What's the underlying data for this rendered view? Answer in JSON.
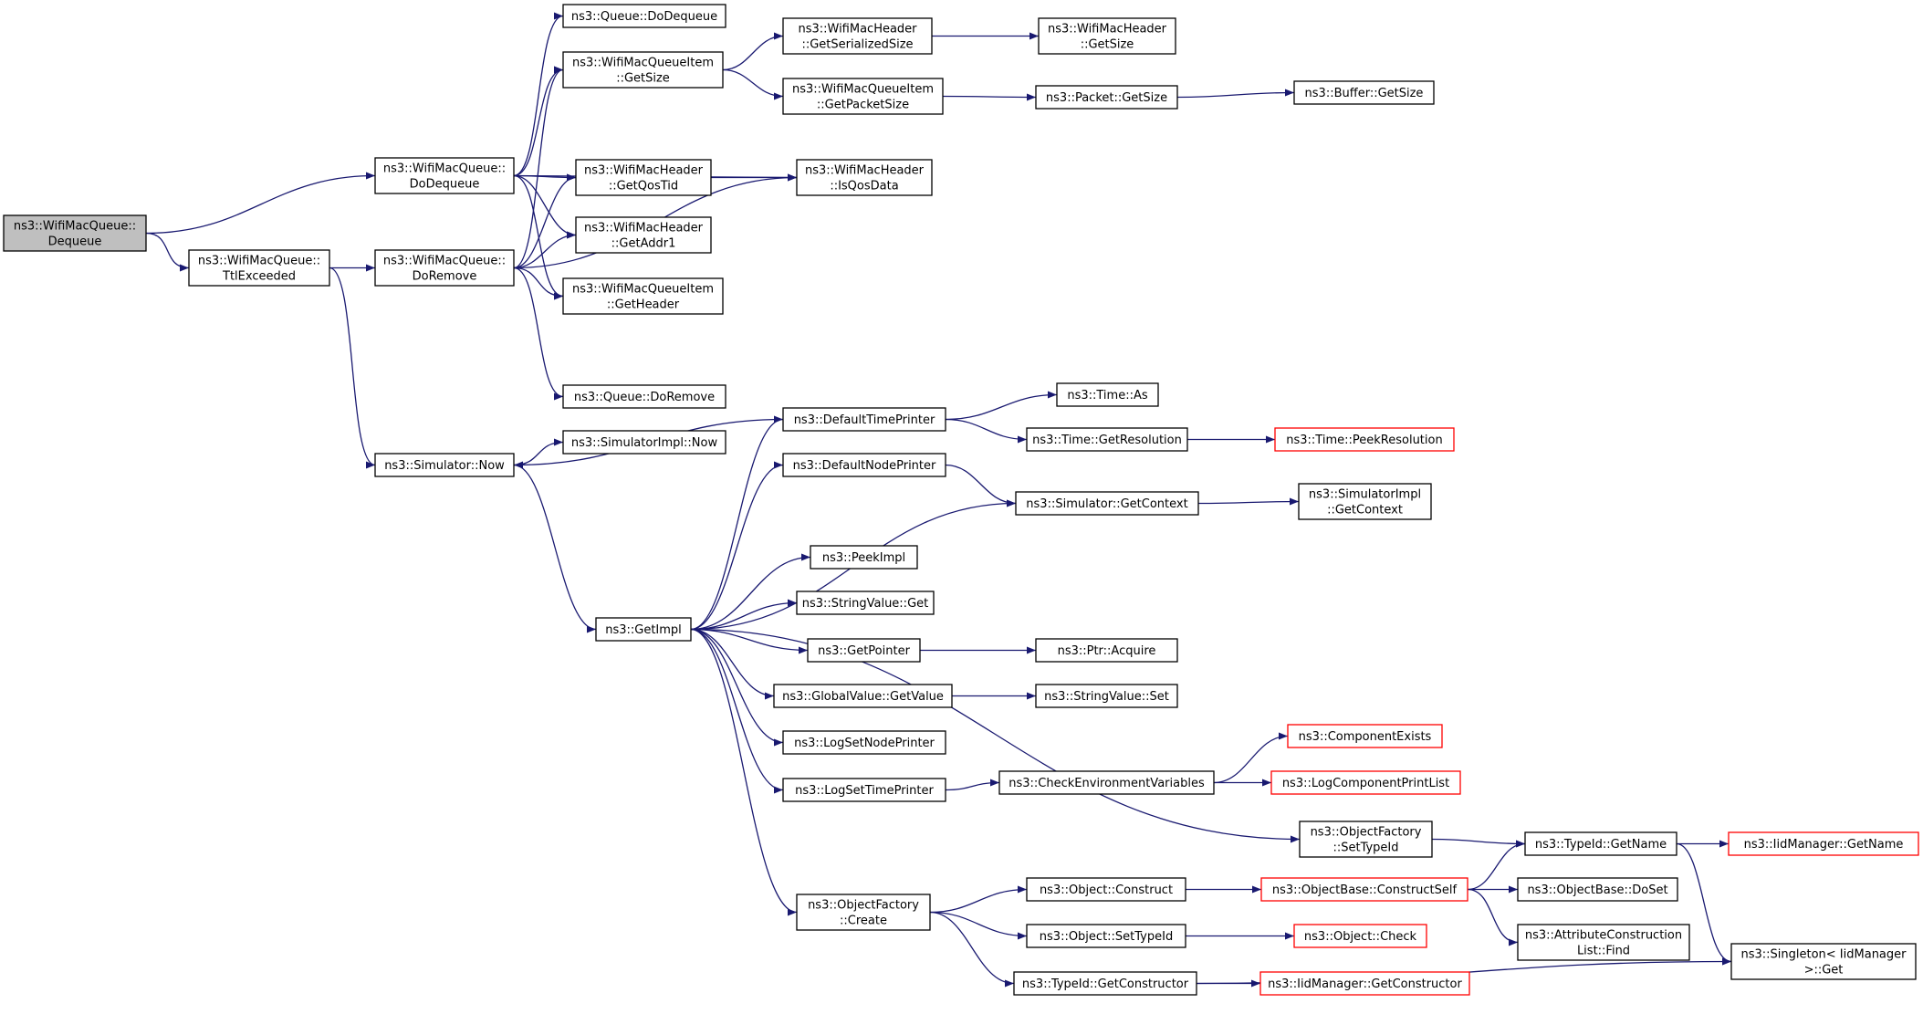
{
  "colors": {
    "edge": "#191970",
    "root_fill": "#bfbfbf",
    "external_border": "#ff0000",
    "border": "#000000"
  },
  "nodes": [
    {
      "id": "dequeue",
      "lines": [
        "ns3::WifiMacQueue::",
        "Dequeue"
      ],
      "kind": "root"
    },
    {
      "id": "ttlexceeded",
      "lines": [
        "ns3::WifiMacQueue::",
        "TtlExceeded"
      ]
    },
    {
      "id": "dodequeue",
      "lines": [
        "ns3::WifiMacQueue::",
        "DoDequeue"
      ]
    },
    {
      "id": "doremove",
      "lines": [
        "ns3::WifiMacQueue::",
        "DoRemove"
      ]
    },
    {
      "id": "simnow",
      "lines": [
        "ns3::Simulator::Now"
      ]
    },
    {
      "id": "qdodequeue",
      "lines": [
        "ns3::Queue::DoDequeue"
      ]
    },
    {
      "id": "wmqigetsize",
      "lines": [
        "ns3::WifiMacQueueItem",
        "::GetSize"
      ]
    },
    {
      "id": "getqostid",
      "lines": [
        "ns3::WifiMacHeader",
        "::GetQosTid"
      ]
    },
    {
      "id": "getaddr1",
      "lines": [
        "ns3::WifiMacHeader",
        "::GetAddr1"
      ]
    },
    {
      "id": "getheader",
      "lines": [
        "ns3::WifiMacQueueItem",
        "::GetHeader"
      ]
    },
    {
      "id": "qdoremove",
      "lines": [
        "ns3::Queue::DoRemove"
      ]
    },
    {
      "id": "simimplnow",
      "lines": [
        "ns3::SimulatorImpl::Now"
      ]
    },
    {
      "id": "getimpl",
      "lines": [
        "ns3::GetImpl"
      ]
    },
    {
      "id": "getserializedsize",
      "lines": [
        "ns3::WifiMacHeader",
        "::GetSerializedSize"
      ]
    },
    {
      "id": "getpacketsize",
      "lines": [
        "ns3::WifiMacQueueItem",
        "::GetPacketSize"
      ]
    },
    {
      "id": "isqosdata",
      "lines": [
        "ns3::WifiMacHeader",
        "::IsQosData"
      ]
    },
    {
      "id": "defaulttimeprinter",
      "lines": [
        "ns3::DefaultTimePrinter"
      ]
    },
    {
      "id": "defaultnodeprinter",
      "lines": [
        "ns3::DefaultNodePrinter"
      ]
    },
    {
      "id": "peekimpl",
      "lines": [
        "ns3::PeekImpl"
      ]
    },
    {
      "id": "stringvalueget",
      "lines": [
        "ns3::StringValue::Get"
      ]
    },
    {
      "id": "getpointer",
      "lines": [
        "ns3::GetPointer"
      ]
    },
    {
      "id": "globalvaluegetvalue",
      "lines": [
        "ns3::GlobalValue::GetValue"
      ]
    },
    {
      "id": "logsetnodeprinter",
      "lines": [
        "ns3::LogSetNodePrinter"
      ]
    },
    {
      "id": "logsettimeprinter",
      "lines": [
        "ns3::LogSetTimePrinter"
      ]
    },
    {
      "id": "objectfactorycreate",
      "lines": [
        "ns3::ObjectFactory",
        "::Create"
      ]
    },
    {
      "id": "wmhgetsize",
      "lines": [
        "ns3::WifiMacHeader",
        "::GetSize"
      ]
    },
    {
      "id": "packetgetsize",
      "lines": [
        "ns3::Packet::GetSize"
      ]
    },
    {
      "id": "timeas",
      "lines": [
        "ns3::Time::As"
      ]
    },
    {
      "id": "timegetresolution",
      "lines": [
        "ns3::Time::GetResolution"
      ]
    },
    {
      "id": "simgetcontext",
      "lines": [
        "ns3::Simulator::GetContext"
      ]
    },
    {
      "id": "ptracquire",
      "lines": [
        "ns3::Ptr::Acquire"
      ]
    },
    {
      "id": "stringvalueset",
      "lines": [
        "ns3::StringValue::Set"
      ]
    },
    {
      "id": "checkenvvars",
      "lines": [
        "ns3::CheckEnvironmentVariables"
      ]
    },
    {
      "id": "objectfactorysettypeid",
      "lines": [
        "ns3::ObjectFactory",
        "::SetTypeId"
      ]
    },
    {
      "id": "objectconstruct",
      "lines": [
        "ns3::Object::Construct"
      ]
    },
    {
      "id": "objectsettypeid",
      "lines": [
        "ns3::Object::SetTypeId"
      ]
    },
    {
      "id": "typeidgetconstructor",
      "lines": [
        "ns3::TypeId::GetConstructor"
      ]
    },
    {
      "id": "buffergetsize",
      "lines": [
        "ns3::Buffer::GetSize"
      ]
    },
    {
      "id": "timepeekresolution",
      "lines": [
        "ns3::Time::PeekResolution"
      ],
      "kind": "external"
    },
    {
      "id": "simimplgetcontext",
      "lines": [
        "ns3::SimulatorImpl",
        "::GetContext"
      ]
    },
    {
      "id": "componentexists",
      "lines": [
        "ns3::ComponentExists"
      ],
      "kind": "external"
    },
    {
      "id": "logcomponentprintlist",
      "lines": [
        "ns3::LogComponentPrintList"
      ],
      "kind": "external"
    },
    {
      "id": "typeidgetname",
      "lines": [
        "ns3::TypeId::GetName"
      ]
    },
    {
      "id": "objectbaseconstructself",
      "lines": [
        "ns3::ObjectBase::ConstructSelf"
      ],
      "kind": "external"
    },
    {
      "id": "objectcheck",
      "lines": [
        "ns3::Object::Check"
      ],
      "kind": "external"
    },
    {
      "id": "iidmanagergetconstructor",
      "lines": [
        "ns3::IidManager::GetConstructor"
      ],
      "kind": "external"
    },
    {
      "id": "iidmanagergetname",
      "lines": [
        "ns3::IidManager::GetName"
      ],
      "kind": "external"
    },
    {
      "id": "objectbasedoset",
      "lines": [
        "ns3::ObjectBase::DoSet"
      ]
    },
    {
      "id": "attrconstructionlistfind",
      "lines": [
        "ns3::AttributeConstruction",
        "List::Find"
      ]
    },
    {
      "id": "singletonget",
      "lines": [
        "ns3::Singleton< IidManager",
        " >::Get"
      ]
    }
  ],
  "edges": [
    [
      "dequeue",
      "dodequeue"
    ],
    [
      "dequeue",
      "ttlexceeded"
    ],
    [
      "ttlexceeded",
      "doremove"
    ],
    [
      "ttlexceeded",
      "simnow"
    ],
    [
      "dodequeue",
      "qdodequeue"
    ],
    [
      "dodequeue",
      "wmqigetsize"
    ],
    [
      "dodequeue",
      "getqostid"
    ],
    [
      "dodequeue",
      "isqosdata"
    ],
    [
      "dodequeue",
      "getaddr1"
    ],
    [
      "dodequeue",
      "getheader"
    ],
    [
      "doremove",
      "wmqigetsize"
    ],
    [
      "doremove",
      "getqostid"
    ],
    [
      "doremove",
      "getaddr1"
    ],
    [
      "doremove",
      "getheader"
    ],
    [
      "doremove",
      "isqosdata"
    ],
    [
      "doremove",
      "qdoremove"
    ],
    [
      "simnow",
      "simimplnow"
    ],
    [
      "simnow",
      "getimpl"
    ],
    [
      "wmqigetsize",
      "getserializedsize"
    ],
    [
      "wmqigetsize",
      "getpacketsize"
    ],
    [
      "getqostid",
      "isqosdata"
    ],
    [
      "getserializedsize",
      "wmhgetsize"
    ],
    [
      "getpacketsize",
      "packetgetsize"
    ],
    [
      "packetgetsize",
      "buffergetsize"
    ],
    [
      "getimpl",
      "defaulttimeprinter"
    ],
    [
      "getimpl",
      "defaultnodeprinter"
    ],
    [
      "getimpl",
      "simgetcontext"
    ],
    [
      "getimpl",
      "peekimpl"
    ],
    [
      "getimpl",
      "stringvalueget"
    ],
    [
      "getimpl",
      "getpointer"
    ],
    [
      "getimpl",
      "globalvaluegetvalue"
    ],
    [
      "getimpl",
      "logsetnodeprinter"
    ],
    [
      "getimpl",
      "logsettimeprinter"
    ],
    [
      "getimpl",
      "objectfactorysettypeid"
    ],
    [
      "getimpl",
      "objectfactorycreate"
    ],
    [
      "defaulttimeprinter",
      "simnow"
    ],
    [
      "defaulttimeprinter",
      "timeas"
    ],
    [
      "defaulttimeprinter",
      "timegetresolution"
    ],
    [
      "timegetresolution",
      "timepeekresolution"
    ],
    [
      "defaultnodeprinter",
      "simgetcontext"
    ],
    [
      "simgetcontext",
      "simimplgetcontext"
    ],
    [
      "getpointer",
      "ptracquire"
    ],
    [
      "globalvaluegetvalue",
      "stringvalueset"
    ],
    [
      "logsettimeprinter",
      "checkenvvars"
    ],
    [
      "checkenvvars",
      "componentexists"
    ],
    [
      "checkenvvars",
      "logcomponentprintlist"
    ],
    [
      "objectfactorysettypeid",
      "typeidgetname"
    ],
    [
      "typeidgetname",
      "iidmanagergetname"
    ],
    [
      "typeidgetname",
      "singletonget"
    ],
    [
      "objectfactorycreate",
      "objectconstruct"
    ],
    [
      "objectfactorycreate",
      "objectsettypeid"
    ],
    [
      "objectfactorycreate",
      "typeidgetconstructor"
    ],
    [
      "objectconstruct",
      "objectbaseconstructself"
    ],
    [
      "objectbaseconstructself",
      "typeidgetname"
    ],
    [
      "objectbaseconstructself",
      "objectbasedoset"
    ],
    [
      "objectbaseconstructself",
      "attrconstructionlistfind"
    ],
    [
      "objectsettypeid",
      "objectcheck"
    ],
    [
      "typeidgetconstructor",
      "iidmanagergetconstructor"
    ],
    [
      "typeidgetconstructor",
      "singletonget"
    ]
  ]
}
